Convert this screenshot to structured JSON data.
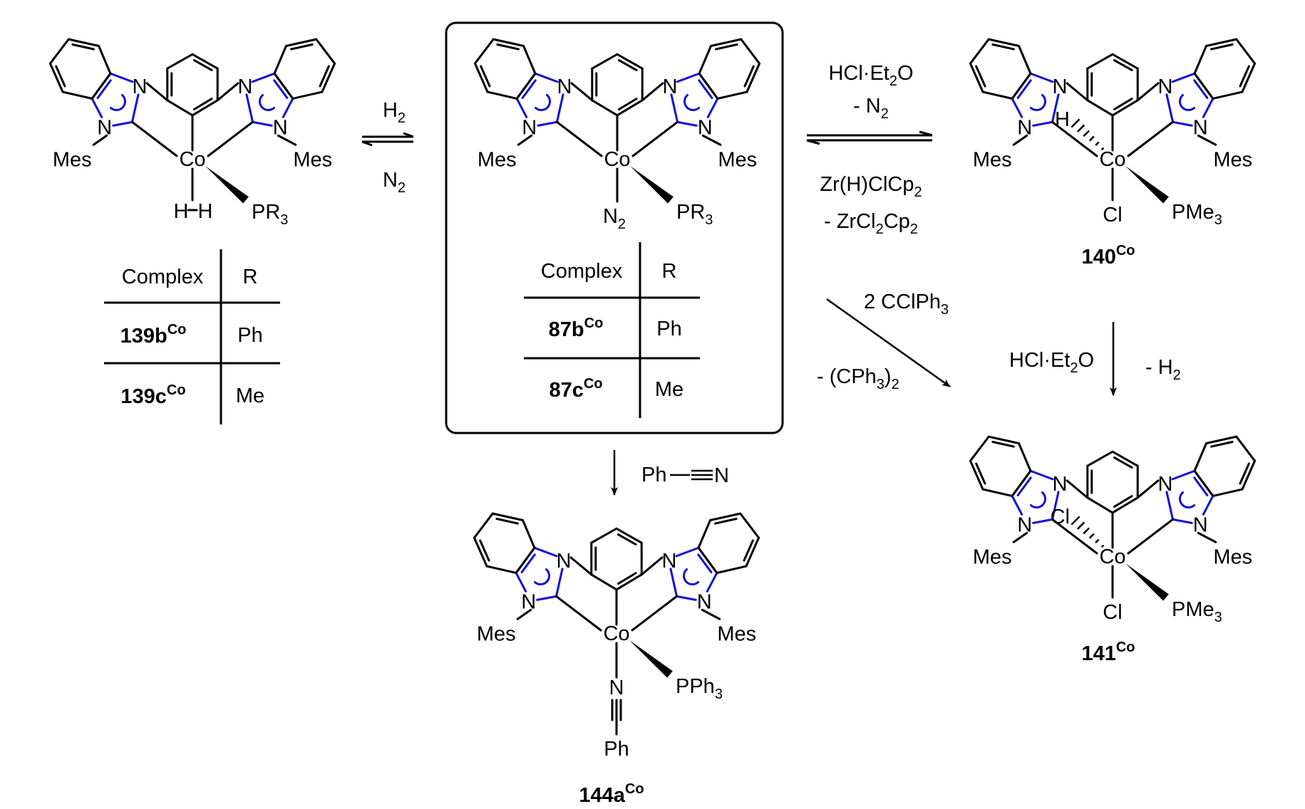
{
  "scheme": {
    "colors": {
      "heteroatom_ring": "#1010d8",
      "ink": "#000000"
    },
    "compounds": {
      "dihydrogen": {
        "metal": "Co",
        "left_N_sub": "Mes",
        "right_N_sub": "Mes",
        "axial": "H—H",
        "wedge": "PR",
        "wedge_sub": "3",
        "table": {
          "headers": [
            "Complex",
            "R"
          ],
          "rows": [
            {
              "id": "139b",
              "sup": "Co",
              "R": "Ph"
            },
            {
              "id": "139c",
              "sup": "Co",
              "R": "Me"
            }
          ]
        }
      },
      "dinitrogen": {
        "metal": "Co",
        "left_N_sub": "Mes",
        "right_N_sub": "Mes",
        "axial": "N",
        "axial_sub": "2",
        "wedge": "PR",
        "wedge_sub": "3",
        "table": {
          "headers": [
            "Complex",
            "R"
          ],
          "rows": [
            {
              "id": "87b",
              "sup": "Co",
              "R": "Ph"
            },
            {
              "id": "87c",
              "sup": "Co",
              "R": "Me"
            }
          ]
        }
      },
      "hydrido_chloro": {
        "metal": "Co",
        "left_N_sub": "Mes",
        "right_N_sub": "Mes",
        "hashed": "H",
        "axial": "Cl",
        "wedge": "PMe",
        "wedge_sub": "3",
        "label": "140",
        "label_sup": "Co"
      },
      "dichloro": {
        "metal": "Co",
        "left_N_sub": "Mes",
        "right_N_sub": "Mes",
        "hashed": "Cl",
        "axial": "Cl",
        "wedge": "PMe",
        "wedge_sub": "3",
        "label": "141",
        "label_sup": "Co"
      },
      "nitrile": {
        "metal": "Co",
        "left_N_sub": "Mes",
        "right_N_sub": "Mes",
        "axial_N": "N",
        "axial_end": "Ph",
        "wedge": "PPh",
        "wedge_sub": "3",
        "label": "144a",
        "label_sup": "Co"
      }
    },
    "ring_atom": "N",
    "reagents": {
      "h2_n2_eq": {
        "top": "H",
        "top_sub": "2",
        "bottom": "N",
        "bottom_sub": "2"
      },
      "hcl_eq": {
        "top1_a": "HCl·Et",
        "top1_sub": "2",
        "top1_b": "O",
        "top2_a": "- N",
        "top2_sub": "2",
        "bot1_a": "Zr(H)ClCp",
        "bot1_sub": "2",
        "bot2_a": "- ZrCl",
        "bot2_sub1": "2",
        "bot2_b": "Cp",
        "bot2_sub2": "2"
      },
      "trityl": {
        "top_a": "2 CClPh",
        "top_sub": "3",
        "bot_a": "- (CPh",
        "bot_sub1": "3",
        "bot_b": ")",
        "bot_sub2": "2"
      },
      "hcl_down": {
        "left_a": "HCl·Et",
        "left_sub": "2",
        "left_b": "O",
        "right_a": "- H",
        "right_sub": "2"
      },
      "nitrile_add": {
        "left": "Ph",
        "right": "N"
      }
    }
  }
}
